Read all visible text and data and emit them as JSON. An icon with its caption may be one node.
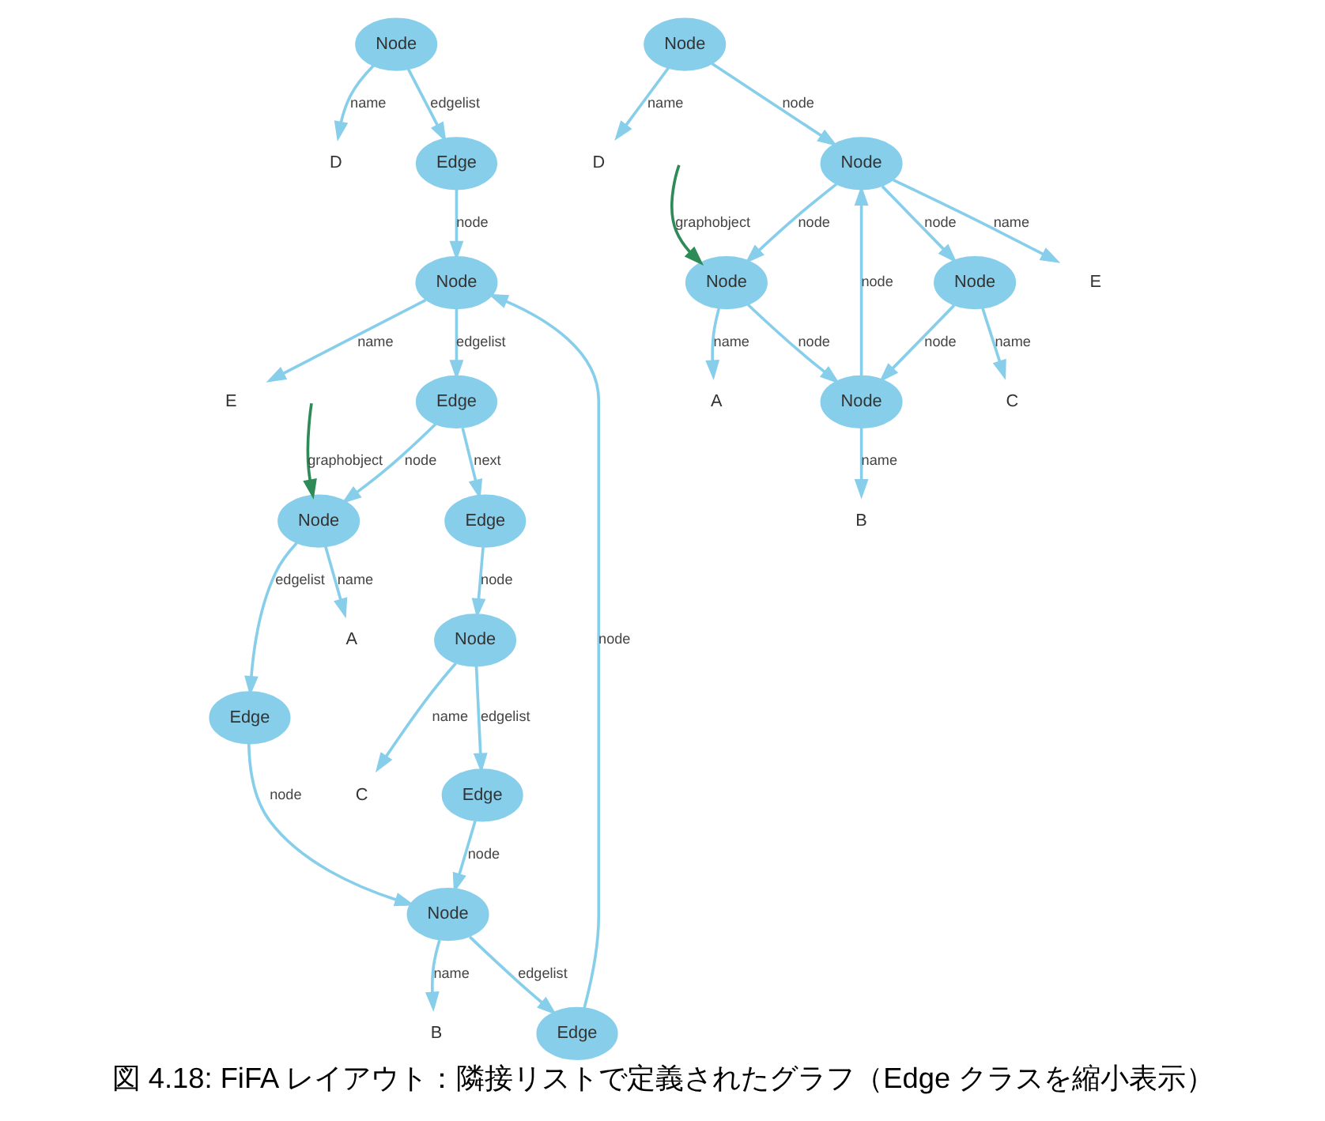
{
  "diagram": {
    "caption": "図 4.18: FiFA レイアウト：隣接リストで定義されたグラフ（Edge クラスを縮小表示）",
    "nodes": [
      {
        "text": [
          "Node"
        ]
      },
      {
        "text": [
          "D"
        ]
      },
      {
        "text": [
          "Edge"
        ]
      },
      {
        "text": [
          "Node"
        ]
      },
      {
        "text": [
          "E"
        ]
      },
      {
        "text": [
          "Edge"
        ]
      },
      {
        "text": [
          "Edge"
        ]
      },
      {
        "text": [
          "Node"
        ]
      },
      {
        "text": [
          "A"
        ]
      },
      {
        "text": [
          "Edge"
        ]
      },
      {
        "text": [
          "Node"
        ]
      },
      {
        "text": [
          "B"
        ]
      },
      {
        "text": [
          "Edge"
        ]
      },
      {
        "text": [
          "Node"
        ]
      },
      {
        "text": [
          "C"
        ]
      },
      {
        "text": [
          "Edge"
        ]
      },
      {
        "text": [
          "Node"
        ]
      },
      {
        "text": [
          "D"
        ]
      },
      {
        "text": [
          "Node"
        ]
      },
      {
        "text": [
          "E"
        ]
      },
      {
        "text": [
          "Node"
        ]
      },
      {
        "text": [
          "A"
        ]
      },
      {
        "text": [
          "Node"
        ]
      },
      {
        "text": [
          "C"
        ]
      },
      {
        "text": [
          "Node"
        ]
      },
      {
        "text": [
          "B"
        ]
      }
    ],
    "edges": [
      {
        "from": 0,
        "to": 1,
        "label": "name",
        "arrow": "to"
      },
      {
        "from": 0,
        "to": 2,
        "label": "edgelist",
        "arrow": "to"
      },
      {
        "from": 2,
        "to": 3,
        "label": "node",
        "arrow": "to"
      },
      {
        "from": 3,
        "to": 4,
        "label": "name",
        "arrow": "to"
      },
      {
        "from": 3,
        "to": 6,
        "label": "edgelist",
        "arrow": "to"
      },
      {
        "from": 5,
        "to": 3,
        "label": "node",
        "arrow": "to"
      },
      {
        "from": 6,
        "to": 7,
        "label": "node",
        "arrow": "to"
      },
      {
        "from": 6,
        "to": 12,
        "label": "next",
        "arrow": "to"
      },
      {
        "from": 7,
        "to": 8,
        "label": "name",
        "arrow": "to"
      },
      {
        "from": 7,
        "to": 9,
        "label": "edgelist",
        "arrow": "to"
      },
      {
        "from": 9,
        "to": 10,
        "label": "node",
        "arrow": "to"
      },
      {
        "from": 10,
        "to": 5,
        "label": "edgelist",
        "arrow": "to"
      },
      {
        "from": 10,
        "to": 11,
        "label": "name",
        "arrow": "to"
      },
      {
        "from": 12,
        "to": 13,
        "label": "node",
        "arrow": "to"
      },
      {
        "from": 13,
        "to": 15,
        "label": "edgelist",
        "arrow": "to"
      },
      {
        "from": 15,
        "to": 10,
        "label": "node",
        "arrow": "to"
      },
      {
        "from": 13,
        "to": 14,
        "label": "name",
        "arrow": "to"
      },
      {
        "from": null,
        "to": 7,
        "label": "graphobject",
        "arrow": "to",
        "color": "#2e8b57"
      },
      {
        "from": 16,
        "to": 17,
        "label": "name",
        "arrow": "to"
      },
      {
        "from": 16,
        "to": 18,
        "label": "node",
        "arrow": "to"
      },
      {
        "from": 18,
        "to": 19,
        "label": "name",
        "arrow": "to"
      },
      {
        "from": 18,
        "to": 20,
        "label": "node",
        "arrow": "to"
      },
      {
        "from": 18,
        "to": 22,
        "label": "node",
        "arrow": "to"
      },
      {
        "from": 24,
        "to": 18,
        "label": "node",
        "arrow": "to"
      },
      {
        "from": 20,
        "to": 24,
        "label": "node",
        "arrow": "to"
      },
      {
        "from": 20,
        "to": 21,
        "label": "name",
        "arrow": "to"
      },
      {
        "from": 22,
        "to": 24,
        "label": "node",
        "arrow": "to"
      },
      {
        "from": 22,
        "to": 23,
        "label": "name",
        "arrow": "to"
      },
      {
        "from": 24,
        "to": 25,
        "label": "name",
        "arrow": "to"
      },
      {
        "from": null,
        "to": 20,
        "label": "graphobject",
        "arrow": "to",
        "color": "#2e8b57"
      }
    ]
  }
}
